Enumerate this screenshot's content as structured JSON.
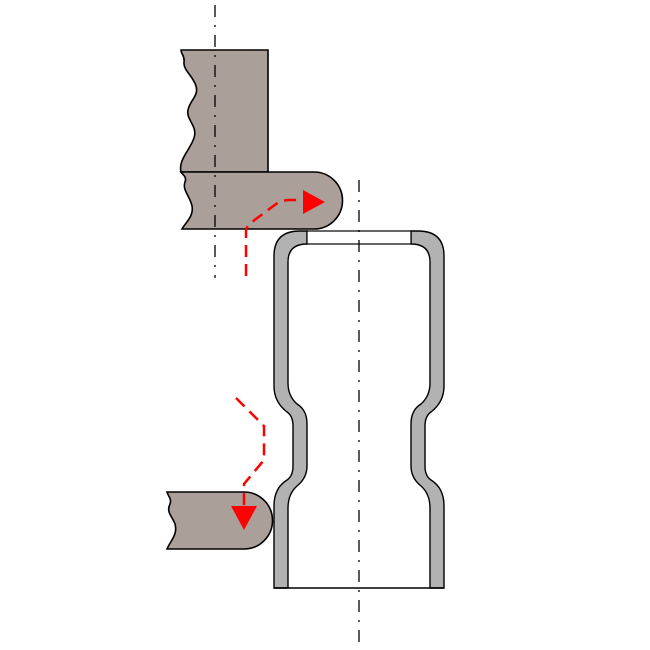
{
  "diagram": {
    "colors": {
      "background": "#ffffff",
      "tool_fill": "#ab9f99",
      "tube_wall": "#b2b2b2",
      "outline": "#000000",
      "flow_arrow": "#ff0000"
    },
    "parts": [
      "upper-forming-tool",
      "upper-forming-roller",
      "tube-workpiece",
      "lower-forming-roller"
    ],
    "centerlines": 2,
    "flow_arrows": 2
  }
}
